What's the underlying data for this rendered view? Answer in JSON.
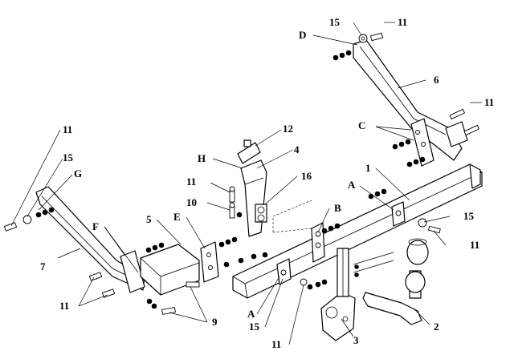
{
  "part_numbers": {
    "p1": "1",
    "p2": "2",
    "p3": "3",
    "p4": "4",
    "p5": "5",
    "p6": "6",
    "p7": "7",
    "p9": "9",
    "p10": "10",
    "p11": "11",
    "p12": "12",
    "p15": "15",
    "p16": "16"
  },
  "mount_points": {
    "a": "A",
    "b": "B",
    "c": "C",
    "d": "D",
    "e": "E",
    "f": "F",
    "g": "G",
    "h": "H"
  }
}
